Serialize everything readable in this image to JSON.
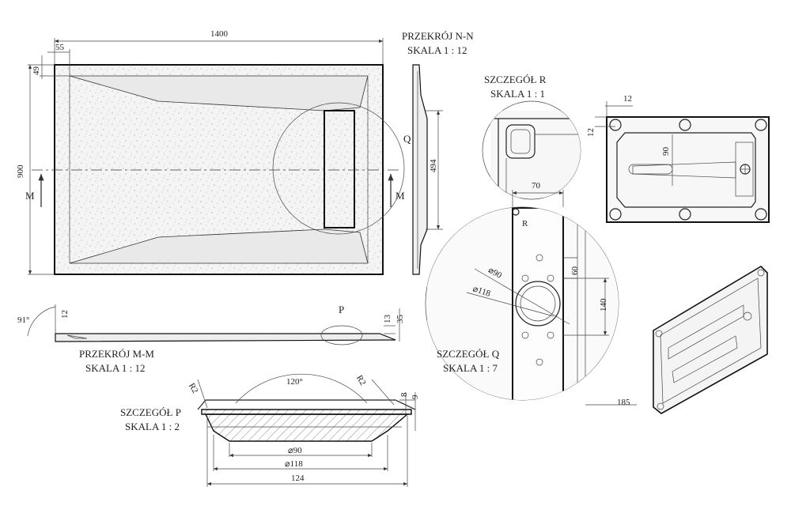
{
  "main_view": {
    "dim_width": "1400",
    "dim_edge_x": "55",
    "dim_edge_y": "49",
    "dim_height": "900",
    "section_mark_left": "M",
    "section_mark_right": "M",
    "detail_q_mark": "Q"
  },
  "section_nn": {
    "title": "PRZEKRÓJ N-N",
    "scale": "SKALA 1 : 12",
    "dim_494": "494"
  },
  "section_mm": {
    "title": "PRZEKRÓJ M-M",
    "scale": "SKALA 1 : 12",
    "angle": "91°",
    "dim_12": "12",
    "dim_13": "13",
    "dim_35": "35",
    "detail_p_mark": "P"
  },
  "detail_r": {
    "title": "SZCZEGÓŁ R",
    "scale": "SKALA 1 : 1"
  },
  "detail_q": {
    "title": "SZCZEGÓŁ Q",
    "scale": "SKALA 1 : 7",
    "dim_70": "70",
    "dim_60": "60",
    "dim_140": "140",
    "dim_185": "185",
    "dia_90": "⌀90",
    "dia_118": "⌀118",
    "mark_r": "R"
  },
  "detail_p": {
    "title": "SZCZEGÓŁ P",
    "scale": "SKALA 1 : 2",
    "angle": "120°",
    "radius_left": "R2",
    "radius_right": "R2",
    "dim_8": "8",
    "dim_9": "9",
    "dia_90": "⌀90",
    "dia_118": "⌀118",
    "dim_124": "124"
  },
  "bottom_view": {
    "dim_12_top": "12",
    "dim_12_side": "12",
    "dim_90": "90"
  }
}
